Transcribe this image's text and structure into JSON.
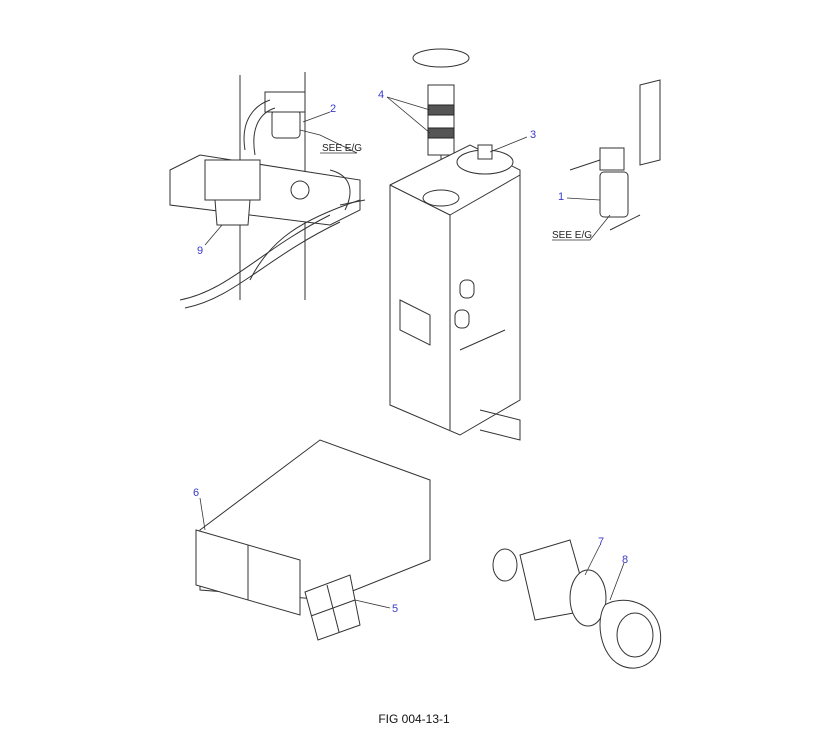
{
  "figure": {
    "caption": "FIG 004-13-1",
    "callouts": [
      {
        "id": "1",
        "label": "1"
      },
      {
        "id": "2",
        "label": "2"
      },
      {
        "id": "3",
        "label": "3"
      },
      {
        "id": "4",
        "label": "4"
      },
      {
        "id": "5",
        "label": "5"
      },
      {
        "id": "6",
        "label": "6"
      },
      {
        "id": "7",
        "label": "7"
      },
      {
        "id": "8",
        "label": "8"
      },
      {
        "id": "9",
        "label": "9"
      }
    ],
    "references": {
      "see_eg_upper": "SEE E/G",
      "see_eg_right": "SEE E/G"
    },
    "callout_color": "#3a3acc"
  }
}
